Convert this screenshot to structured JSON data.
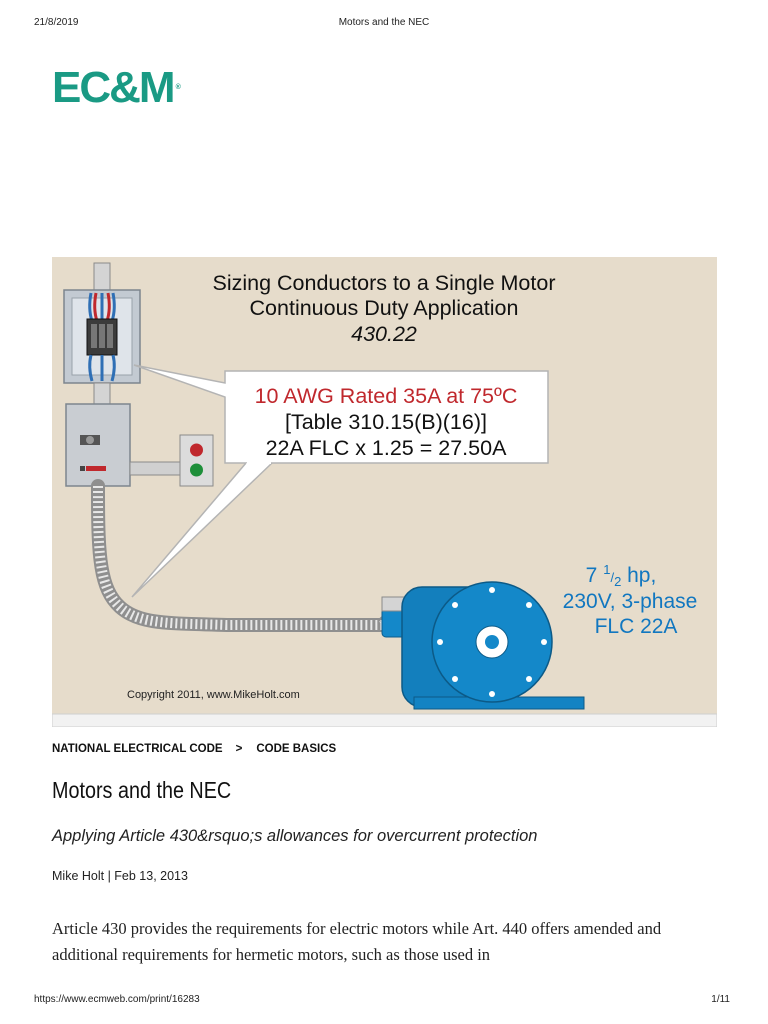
{
  "print_header": {
    "date": "21/8/2019",
    "title": "Motors and the NEC"
  },
  "logo": {
    "text": "EC&M",
    "mark": "®"
  },
  "figure": {
    "title_lines": [
      "Sizing Conductors to a Single Motor",
      "Continuous Duty Application",
      "430.22"
    ],
    "callout_lines": [
      "10 AWG Rated 35A at 75ºC",
      "[Table 310.15(B)(16)]",
      "22A FLC x 1.25 = 27.50A"
    ],
    "motor_lines": [
      "7 1/2 hp,",
      "230V, 3-phase",
      "FLC 22A"
    ],
    "motor_hp_whole": "7",
    "motor_hp_num": "1",
    "motor_hp_den": "2",
    "motor_hp_unit": " hp,",
    "copyright": "Copyright 2011, www.MikeHolt.com",
    "colors": {
      "background": "#e6dccb",
      "callout_red": "#c0282d",
      "motor_blue": "#1488c9"
    }
  },
  "breadcrumb": {
    "items": [
      "NATIONAL ELECTRICAL CODE",
      "CODE BASICS"
    ],
    "separator": ">"
  },
  "article": {
    "headline": "Motors and the NEC",
    "subhead": "Applying Article 430&rsquo;s allowances for overcurrent protection",
    "byline": "Mike Holt | Feb 13, 2013",
    "body": "Article 430 provides the requirements for electric motors while Art. 440 offers amended and additional requirements for hermetic motors, such as those used in"
  },
  "print_footer": {
    "url": "https://www.ecmweb.com/print/16283",
    "page": "1/11"
  }
}
